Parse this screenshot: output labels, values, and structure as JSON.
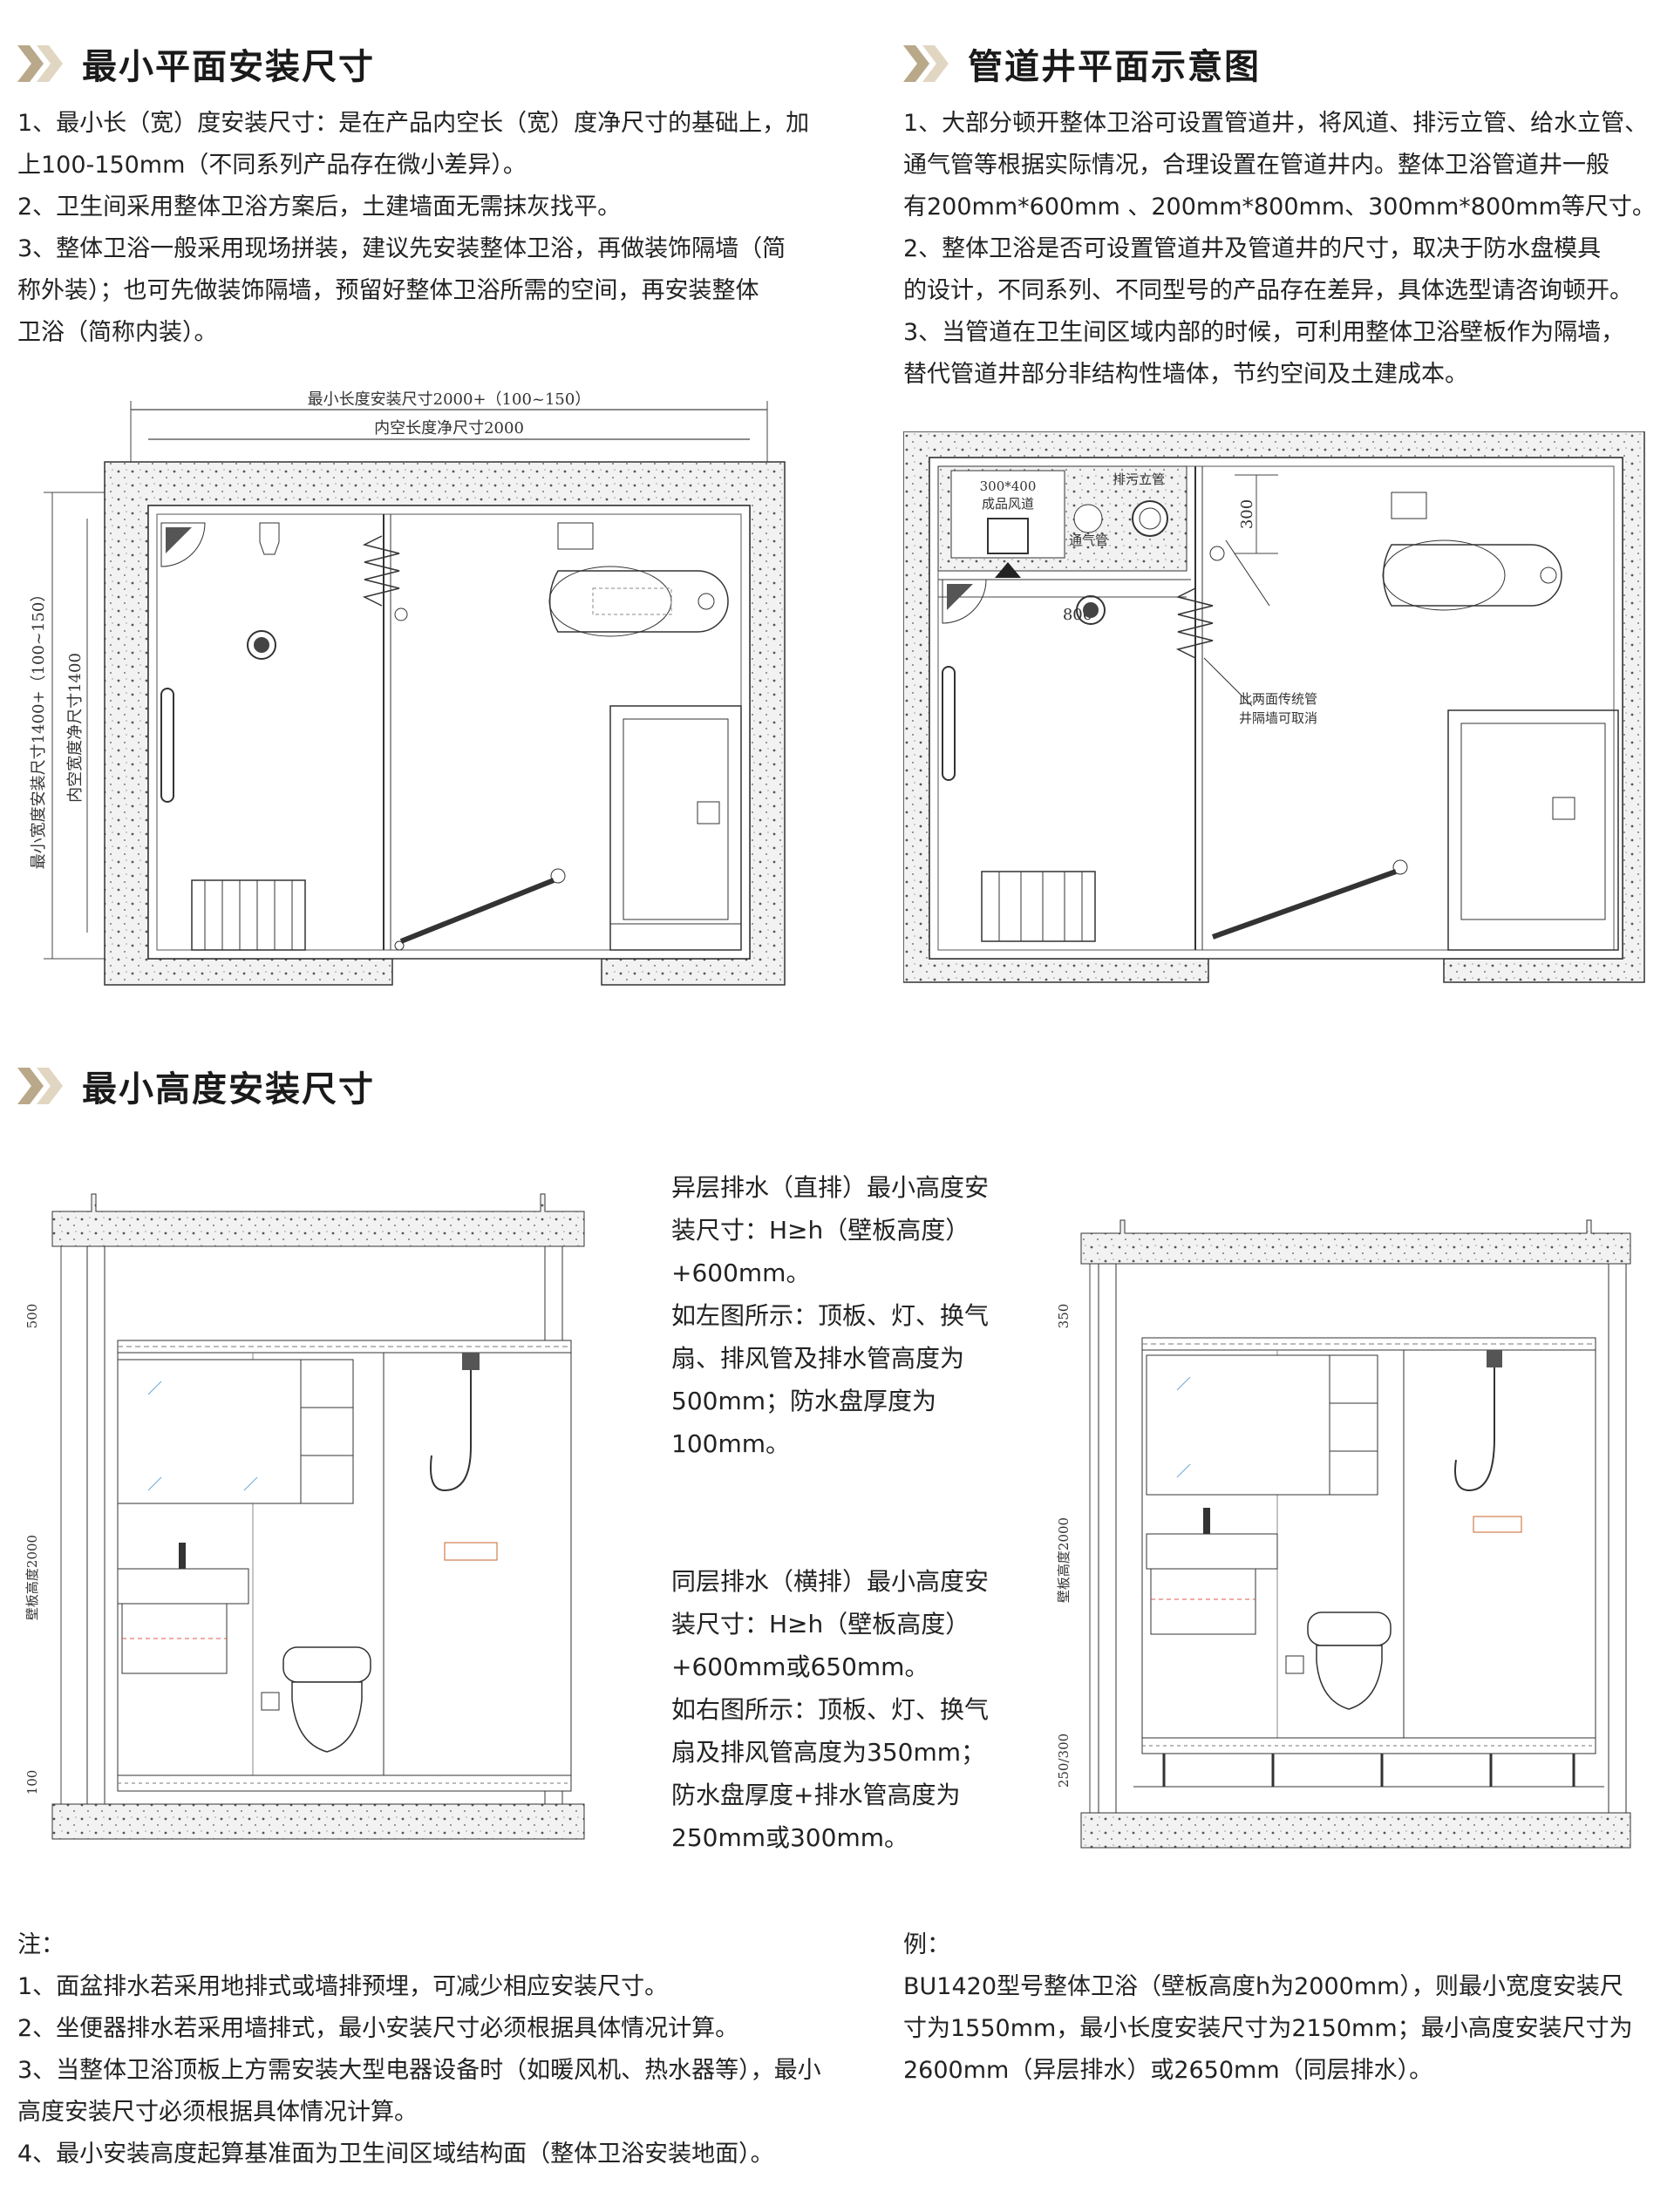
{
  "sections": {
    "min_plane": {
      "title": "最小平面安装尺寸",
      "lines": [
        "1、最小长（宽）度安装尺寸：是在产品内空长（宽）度净尺寸的基础上，加",
        "上100-150mm（不同系列产品存在微小差异）。",
        "2、卫生间采用整体卫浴方案后，土建墙面无需抹灰找平。",
        "3、整体卫浴一般采用现场拼装，建议先安装整体卫浴，再做装饰隔墙（简",
        "称外装）；也可先做装饰隔墙，预留好整体卫浴所需的空间，再安装整体",
        "卫浴（简称内装）。"
      ]
    },
    "pipe_shaft": {
      "title": "管道井平面示意图",
      "lines": [
        "1、大部分顿开整体卫浴可设置管道井，将风道、排污立管、给水立管、",
        "通气管等根据实际情况，合理设置在管道井内。整体卫浴管道井一般",
        "有200mm*600mm 、200mm*800mm、300mm*800mm等尺寸。",
        "2、整体卫浴是否可设置管道井及管道井的尺寸，取决于防水盘模具",
        "的设计，不同系列、不同型号的产品存在差异，具体选型请咨询顿开。",
        "3、当管道在卫生间区域内部的时候，可利用整体卫浴壁板作为隔墙，",
        "替代管道井部分非结构性墙体，节约空间及土建成本。"
      ]
    },
    "min_height": {
      "title": "最小高度安装尺寸",
      "block1": [
        "异层排水（直排）最小高度安",
        "装尺寸：H≥h（壁板高度）",
        "+600mm。",
        "如左图所示：顶板、灯、换气",
        "扇、排风管及排水管高度为",
        "500mm；防水盘厚度为",
        "100mm。"
      ],
      "block2": [
        "同层排水（横排）最小高度安",
        "装尺寸：H≥h（壁板高度）",
        "+600mm或650mm。",
        "如右图所示：顶板、灯、换气",
        "扇及排风管高度为350mm；",
        "防水盘厚度+排水管高度为",
        "250mm或300mm。"
      ]
    }
  },
  "plan1": {
    "dim_outer": "最小长度安装尺寸2000+（100~150）",
    "dim_inner": "内空长度净尺寸2000",
    "dim_v_outer": "最小宽度安装尺寸1400+（100~150）",
    "dim_v_inner": "内空宽度净尺寸1400"
  },
  "plan2": {
    "shaft_label1": "300*400",
    "shaft_label2": "成品风道",
    "sewer": "排污立管",
    "vent": "通气管",
    "dim_800": "800",
    "dim_300": "300",
    "note1": "此两面传统管",
    "note2": "井隔墙可取消"
  },
  "elev1": {
    "d500": "500",
    "d2000": "壁板高度2000",
    "d100": "100"
  },
  "elev2": {
    "d350": "350",
    "d2000": "壁板高度2000",
    "d250": "250/300"
  },
  "notes": {
    "title": "注：",
    "lines": [
      "1、面盆排水若采用地排式或墙排预埋，可减少相应安装尺寸。",
      "2、坐便器排水若采用墙排式，最小安装尺寸必须根据具体情况计算。",
      "3、当整体卫浴顶板上方需安装大型电器设备时（如暖风机、热水器等），最小",
      "高度安装尺寸必须根据具体情况计算。",
      "4、最小安装高度起算基准面为卫生间区域结构面（整体卫浴安装地面）。"
    ]
  },
  "example": {
    "title": "例：",
    "lines": [
      "BU1420型号整体卫浴（壁板高度h为2000mm），则最小宽度安装尺",
      "寸为1550mm，最小长度安装尺寸为2150mm；最小高度安装尺寸为",
      "2600mm（异层排水）或2650mm（同层排水）。"
    ]
  },
  "colors": {
    "chevron_dark": "#b9a889",
    "chevron_light": "#e1d6c2",
    "wall_fill": "#eeeeee",
    "red_mark": "#e0584a",
    "blue_mark": "#6aa5d8"
  }
}
